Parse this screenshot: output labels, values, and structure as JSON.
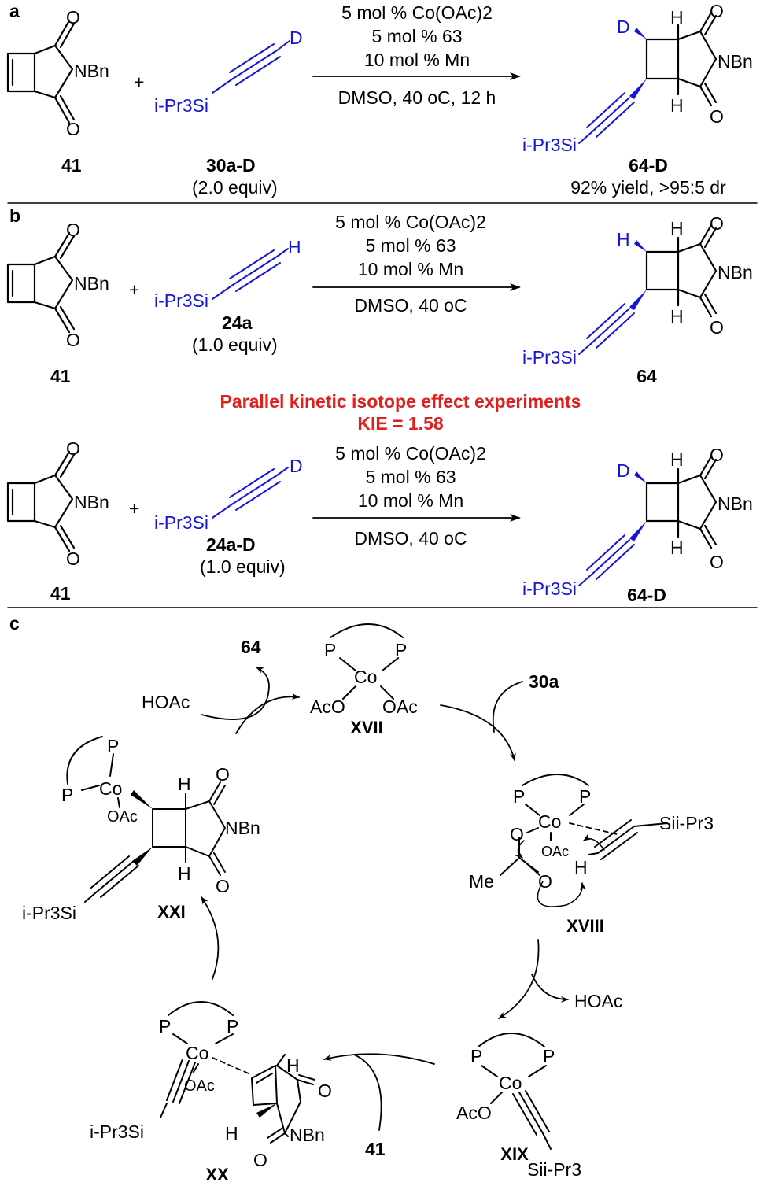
{
  "panels": {
    "a": "a",
    "b": "b",
    "c": "c"
  },
  "atoms": {
    "O": "O",
    "H": "H",
    "D": "D",
    "P": "P",
    "Co": "Co",
    "NBn": "NBn",
    "AcO": "AcO",
    "OAc": "OAc",
    "HOAc": "HOAc",
    "Me": "Me",
    "plus": "+",
    "iPr3Si": "i-Pr3Si",
    "Sii_Pr3": "Sii-Pr3"
  },
  "panel_a": {
    "reagents": [
      "5 mol % Co(OAc)2",
      "5 mol % 63",
      "10 mol % Mn"
    ],
    "conditions": "DMSO, 40 oC, 12 h",
    "substrate_label": "41",
    "reagent_label": "30a-D",
    "reagent_equiv": "(2.0 equiv)",
    "product_label": "64-D",
    "product_result": "92% yield, >95:5 dr"
  },
  "panel_b1": {
    "reagents": [
      "5 mol % Co(OAc)2",
      "5 mol % 63",
      "10 mol % Mn"
    ],
    "conditions": "DMSO, 40 oC",
    "substrate_label": "41",
    "reagent_label": "24a",
    "reagent_equiv": "(1.0 equiv)",
    "product_label": "64"
  },
  "kie": {
    "title": "Parallel kinetic isotope effect experiments",
    "value": "KIE = 1.58"
  },
  "panel_b2": {
    "reagents": [
      "5 mol % Co(OAc)2",
      "5 mol % 63",
      "10 mol % Mn"
    ],
    "conditions": "DMSO, 40 oC",
    "substrate_label": "41",
    "reagent_label": "24a-D",
    "reagent_equiv": "(1.0 equiv)",
    "product_label": "64-D"
  },
  "cycle": {
    "XVII": "XVII",
    "XVIII": "XVIII",
    "XIX": "XIX",
    "XX": "XX",
    "XXI": "XXI",
    "in_30a": "30a",
    "out_64": "64",
    "in_HOAc": "HOAc",
    "out_HOAc": "HOAc",
    "in_41": "41"
  }
}
